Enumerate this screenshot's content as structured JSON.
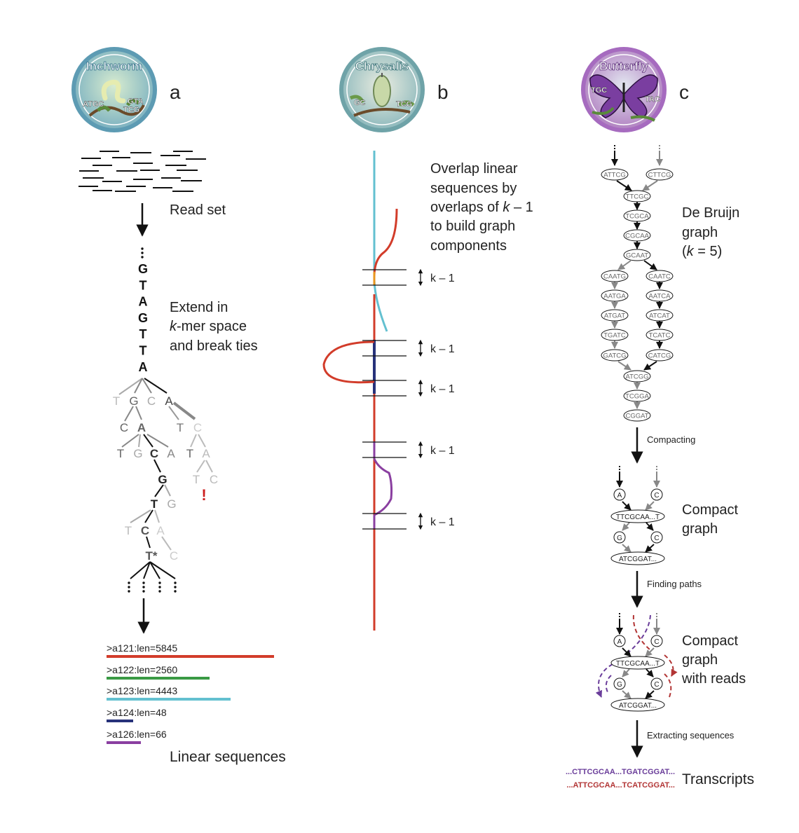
{
  "panels": {
    "a": {
      "letter": "a",
      "logo_text": "Inchworm",
      "logo_letters": [
        "A",
        "T",
        "G",
        "C",
        "G",
        "T",
        "A",
        "C",
        "T",
        "G"
      ],
      "read_set_label": "Read set",
      "extend_label": [
        "Extend in",
        "k",
        "-mer space",
        "and break ties"
      ],
      "sequence_column": [
        "G",
        "T",
        "A",
        "G",
        "T",
        "T",
        "A"
      ],
      "tree_letters": {
        "level1": [
          "T",
          "G",
          "C",
          "A"
        ],
        "level2": [
          "C",
          "A",
          "T",
          "C"
        ],
        "level3": [
          "T",
          "G",
          "C",
          "A",
          "T",
          "A"
        ],
        "level4": [
          "G",
          "T",
          "C"
        ],
        "level5": [
          "T",
          "G"
        ],
        "level6": [
          "T",
          "C",
          "A"
        ],
        "level7": [
          "T*",
          "C"
        ]
      },
      "tie_mark": "!",
      "contigs": [
        {
          "label": ">a121:len=5845",
          "color": "#d23c2a"
        },
        {
          "label": ">a122:len=2560",
          "color": "#3a9a44"
        },
        {
          "label": ">a123:len=4443",
          "color": "#63c0d0"
        },
        {
          "label": ">a124:len=48",
          "color": "#27327a"
        },
        {
          "label": ">a126:len=66",
          "color": "#8a3fa0"
        }
      ],
      "linear_label": "Linear sequences"
    },
    "b": {
      "letter": "b",
      "logo_text": "Chrysalis",
      "logo_letters": [
        "G",
        "C",
        "A",
        "T",
        "C",
        "G"
      ],
      "description": [
        "Overlap linear",
        "sequences by",
        "overlaps of ",
        "k",
        " – 1",
        "to build graph",
        "components"
      ],
      "overlap_labels": [
        "k – 1",
        "k – 1",
        "k – 1",
        "k – 1",
        "k – 1"
      ]
    },
    "c": {
      "letter": "c",
      "logo_text": "Butterfly",
      "logo_letters": [
        "T",
        "G",
        "C",
        "A",
        "T",
        "A",
        "C"
      ],
      "debruijn_label": [
        "De Bruijn",
        "graph",
        "(",
        "k",
        " = 5)"
      ],
      "nodes": [
        "ATTCG",
        "CTTCG",
        "TTCGC",
        "TCGCA",
        "CGCAA",
        "GCAAT",
        "CAATG",
        "CAATC",
        "AATGA",
        "AATCA",
        "ATGAT",
        "ATCAT",
        "TGATC",
        "TCATC",
        "GATCG",
        "CATCG",
        "ATCGG",
        "TCGGA",
        "CGGAT"
      ],
      "step1": "Compacting",
      "compact_nodes": [
        "A",
        "C",
        "TTCGCAA...T",
        "G",
        "C",
        "ATCGGAT..."
      ],
      "compact_label": [
        "Compact",
        "graph"
      ],
      "step2": "Finding paths",
      "reads_label": [
        "Compact",
        "graph",
        "with reads"
      ],
      "step3": "Extracting sequences",
      "transcripts": [
        {
          "text": "...CTTCGCAA...TGATCGGAT...",
          "color": "#6a3d9a"
        },
        {
          "text": "...ATTCGCAA...TCATCGGAT...",
          "color": "#b23535"
        }
      ],
      "transcripts_label": "Transcripts"
    }
  },
  "colors": {
    "red": "#d23c2a",
    "green": "#3a9a44",
    "cyan": "#63c0d0",
    "navy": "#27327a",
    "purple": "#8a3fa0",
    "orange": "#e8961e",
    "gray": "#888888",
    "lightgray": "#bbbbbb"
  }
}
